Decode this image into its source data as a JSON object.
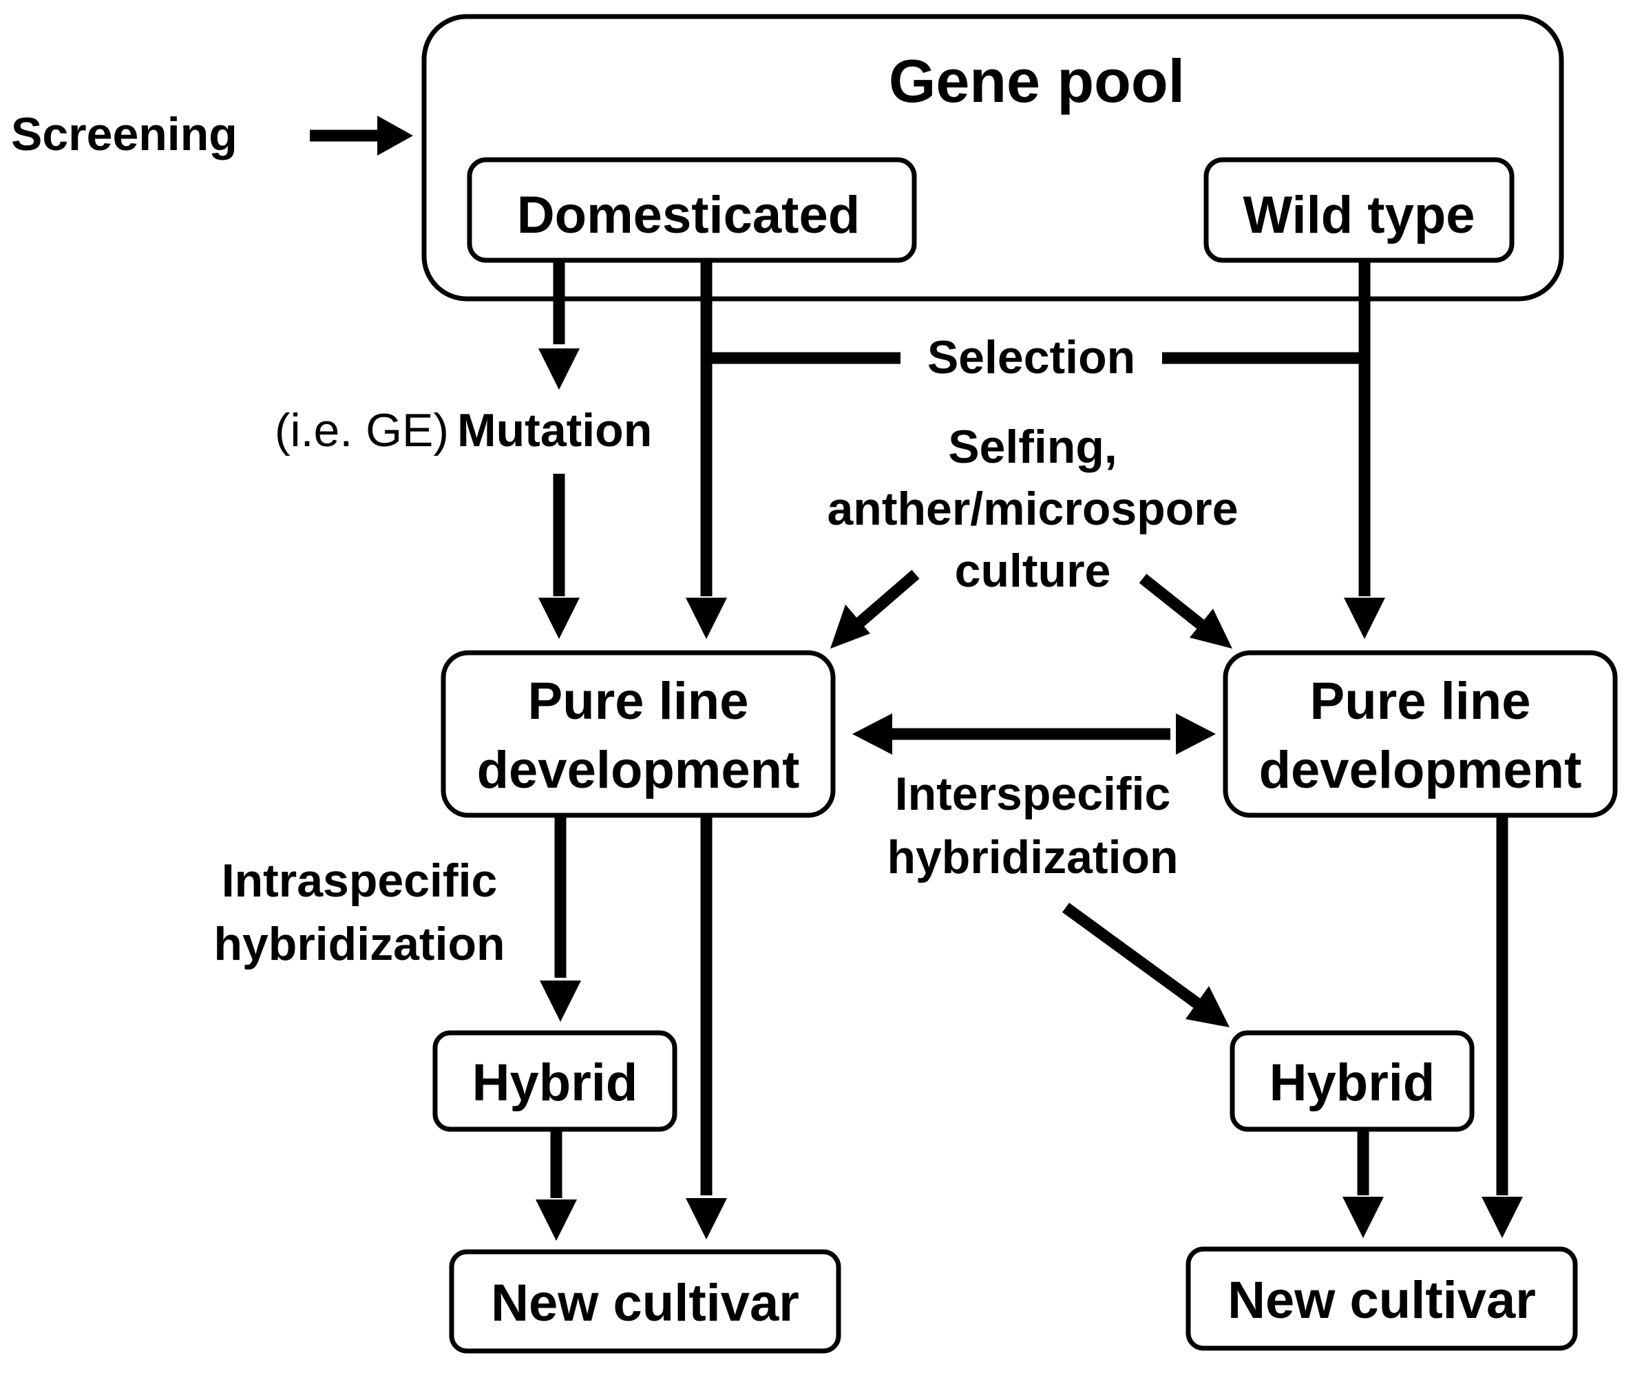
{
  "nodes": {
    "gene_pool": "Gene pool",
    "domesticated": "Domesticated",
    "wild_type": "Wild type",
    "pure_line_left": [
      "Pure line",
      "development"
    ],
    "pure_line_right": [
      "Pure line",
      "development"
    ],
    "hybrid_left": "Hybrid",
    "hybrid_right": "Hybrid",
    "new_cultivar_left": "New cultivar",
    "new_cultivar_right": "New cultivar"
  },
  "labels": {
    "screening": "Screening",
    "selection": "Selection",
    "mutation_note": "(i.e. GE)",
    "mutation": "Mutation",
    "selfing": [
      "Selfing,",
      "anther/microspore",
      "culture"
    ],
    "interspecific": [
      "Interspecific",
      "hybridization"
    ],
    "intraspecific": [
      "Intraspecific",
      "hybridization"
    ]
  }
}
